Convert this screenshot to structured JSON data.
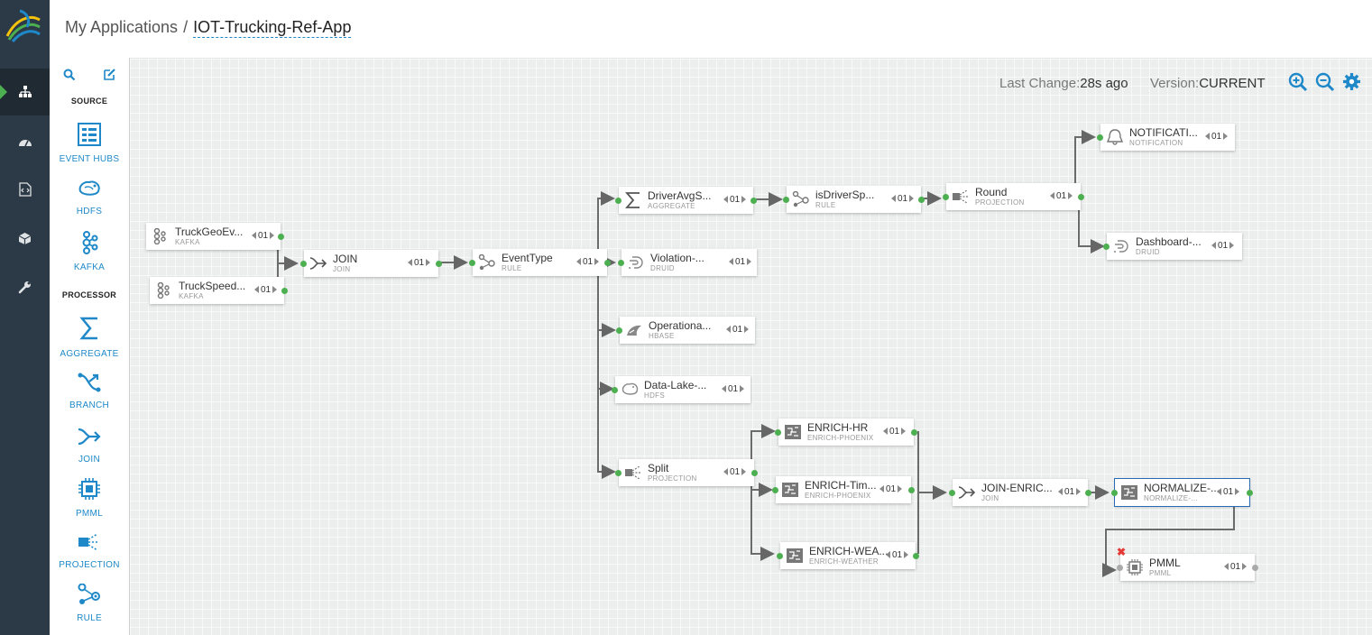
{
  "breadcrumb": {
    "root": "My Applications",
    "separator": "/",
    "app": "IOT-Trucking-Ref-App"
  },
  "toolbar": {
    "last_change_label": "Last Change:",
    "last_change_value": "28s ago",
    "version_label": "Version:",
    "version_value": "CURRENT",
    "icons": [
      "zoom-in-icon",
      "zoom-out-icon",
      "gear-icon"
    ]
  },
  "nav": {
    "items": [
      "topology-icon",
      "dashboard-icon",
      "code-icon",
      "package-icon",
      "wrench-icon"
    ],
    "active": "topology-icon"
  },
  "palette": {
    "tools": [
      "search-icon",
      "edit-icon"
    ],
    "source_heading": "SOURCE",
    "sources": [
      {
        "label": "EVENT HUBS",
        "icon": "event-hubs-icon"
      },
      {
        "label": "HDFS",
        "icon": "hdfs-icon"
      },
      {
        "label": "KAFKA",
        "icon": "kafka-icon"
      }
    ],
    "processor_heading": "PROCESSOR",
    "processors": [
      {
        "label": "AGGREGATE",
        "icon": "sigma-icon"
      },
      {
        "label": "BRANCH",
        "icon": "branch-icon"
      },
      {
        "label": "JOIN",
        "icon": "join-icon"
      },
      {
        "label": "PMML",
        "icon": "chip-icon"
      },
      {
        "label": "PROJECTION",
        "icon": "projection-icon"
      },
      {
        "label": "RULE",
        "icon": "rule-icon"
      }
    ]
  },
  "accent_color": "#1e88c8",
  "port_color": "#4caf50",
  "nodes": [
    {
      "name": "TruckGeoEv...",
      "type": "KAFKA",
      "parallelism": "01",
      "icon": "kafka-icon"
    },
    {
      "name": "TruckSpeed...",
      "type": "KAFKA",
      "parallelism": "01",
      "icon": "kafka-icon"
    },
    {
      "name": "JOIN",
      "type": "JOIN",
      "parallelism": "01",
      "icon": "join-icon"
    },
    {
      "name": "EventType",
      "type": "RULE",
      "parallelism": "01",
      "icon": "rule-icon"
    },
    {
      "name": "DriverAvgS...",
      "type": "AGGREGATE",
      "parallelism": "01",
      "icon": "sigma-icon"
    },
    {
      "name": "isDriverSp...",
      "type": "RULE",
      "parallelism": "01",
      "icon": "rule-icon"
    },
    {
      "name": "Round",
      "type": "PROJECTION",
      "parallelism": "01",
      "icon": "projection-icon"
    },
    {
      "name": "NOTIFICATI...",
      "type": "NOTIFICATION",
      "parallelism": "01",
      "icon": "bell-icon"
    },
    {
      "name": "Dashboard-...",
      "type": "DRUID",
      "parallelism": "01",
      "icon": "druid-icon"
    },
    {
      "name": "Violation-...",
      "type": "DRUID",
      "parallelism": "01",
      "icon": "druid-icon"
    },
    {
      "name": "Operationa...",
      "type": "HBASE",
      "parallelism": "01",
      "icon": "hbase-icon"
    },
    {
      "name": "Data-Lake-...",
      "type": "HDFS",
      "parallelism": "01",
      "icon": "hdfs-icon"
    },
    {
      "name": "Split",
      "type": "PROJECTION",
      "parallelism": "01",
      "icon": "projection-icon"
    },
    {
      "name": "ENRICH-HR",
      "type": "ENRICH-PHOENIX",
      "parallelism": "01",
      "icon": "enrich-icon"
    },
    {
      "name": "ENRICH-Tim...",
      "type": "ENRICH-PHOENIX",
      "parallelism": "01",
      "icon": "enrich-icon"
    },
    {
      "name": "ENRICH-WEA...",
      "type": "ENRICH-WEATHER",
      "parallelism": "01",
      "icon": "enrich-icon"
    },
    {
      "name": "JOIN-ENRIC...",
      "type": "JOIN",
      "parallelism": "01",
      "icon": "join-icon"
    },
    {
      "name": "NORMALIZE-...",
      "type": "NORMALIZE-...",
      "parallelism": "01",
      "icon": "enrich-icon"
    },
    {
      "name": "PMML",
      "type": "PMML",
      "parallelism": "01",
      "icon": "chip-icon"
    }
  ]
}
